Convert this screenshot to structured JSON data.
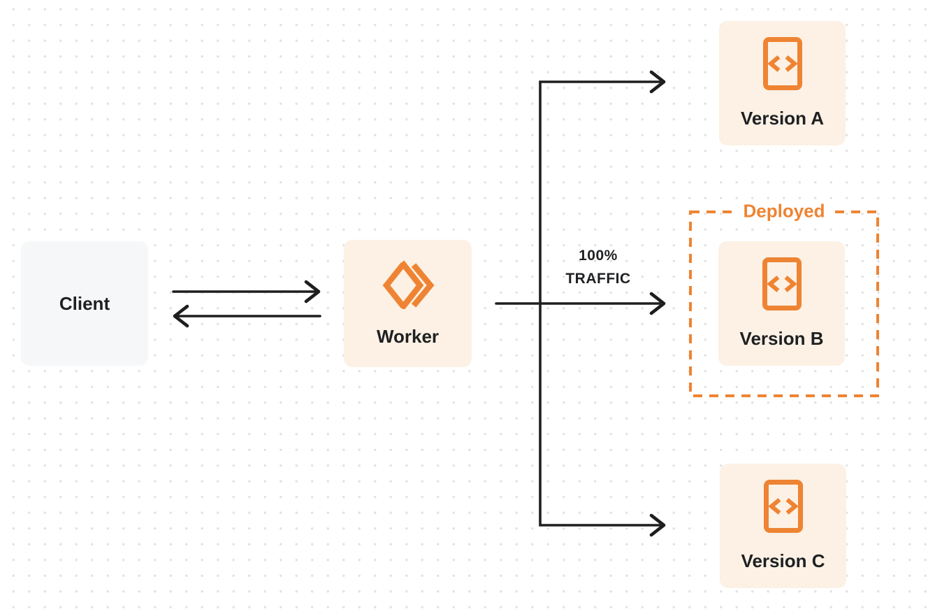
{
  "nodes": {
    "client": {
      "label": "Client"
    },
    "worker": {
      "label": "Worker",
      "icon": "workers-double-chevron-icon"
    },
    "version_a": {
      "label": "Version A",
      "icon": "code-file-icon"
    },
    "version_b": {
      "label": "Version B",
      "icon": "code-file-icon"
    },
    "version_c": {
      "label": "Version C",
      "icon": "code-file-icon"
    }
  },
  "annotations": {
    "deployed_label": "Deployed",
    "traffic_line1": "100%",
    "traffic_line2": "TRAFFIC"
  },
  "edges": [
    {
      "from": "client",
      "to": "worker"
    },
    {
      "from": "worker",
      "to": "client"
    },
    {
      "from": "worker",
      "to": "version_a"
    },
    {
      "from": "worker",
      "to": "version_b",
      "label": "100% TRAFFIC"
    },
    {
      "from": "worker",
      "to": "version_c"
    }
  ],
  "groups": [
    {
      "label": "Deployed",
      "contains": [
        "version_b"
      ],
      "style": "orange-dashed"
    }
  ],
  "colors": {
    "orange": "#EE8433",
    "peach_node_bg": "#FCF1E4",
    "gray_node_bg": "#F6F7F8",
    "arrow": "#1E1E1E",
    "text": "#1E2023",
    "dot_grid": "#E3E3E3",
    "background": "#FFFFFF"
  }
}
